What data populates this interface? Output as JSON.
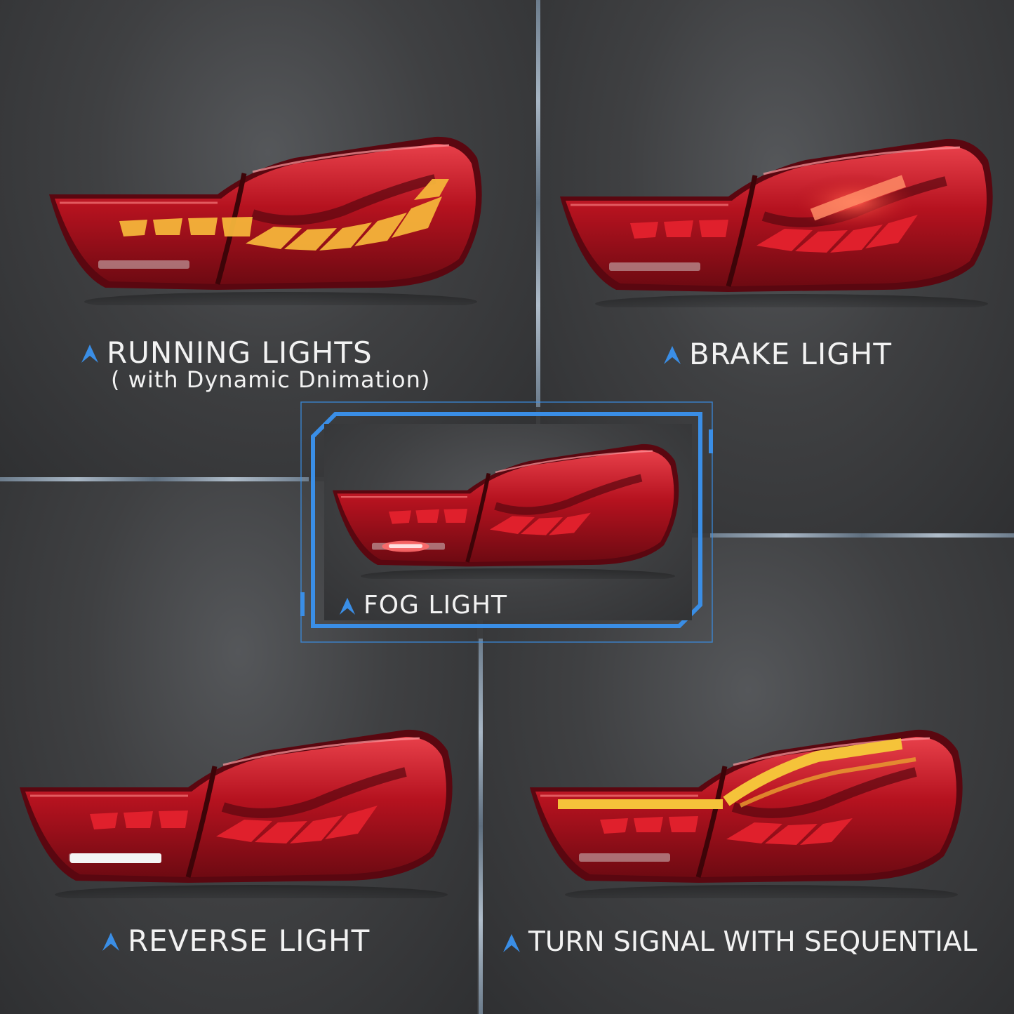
{
  "panels": {
    "running": {
      "title": "RUNNING LIGHTS",
      "subtitle": "( with Dynamic Dnimation)",
      "icon": "chevron-up-icon"
    },
    "brake": {
      "title": "BRAKE LIGHT",
      "icon": "chevron-up-icon"
    },
    "fog": {
      "title": "FOG LIGHT",
      "icon": "chevron-up-icon"
    },
    "reverse": {
      "title": "REVERSE LIGHT",
      "icon": "chevron-up-icon"
    },
    "turn": {
      "title": "TURN SIGNAL WITH SEQUENTIAL",
      "icon": "chevron-up-icon"
    }
  },
  "colors": {
    "accent_blue": "#3a8ee6",
    "lens_red": "#c8102e",
    "amber": "#f5b43a",
    "white_led": "#f4f4f4",
    "background": "#3b3c3e"
  }
}
